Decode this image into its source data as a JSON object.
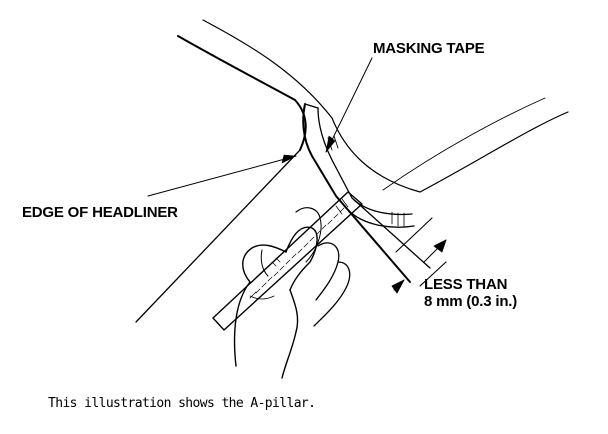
{
  "diagram": {
    "callouts": {
      "masking_tape": "MASKING TAPE",
      "edge_of_headliner": "EDGE OF HEADLINER",
      "less_than_line1": "LESS THAN",
      "less_than_line2": "8 mm (0.3 in.)"
    },
    "caption": "This illustration shows the A-pillar.",
    "colors": {
      "ink": "#000000",
      "background": "#ffffff"
    }
  }
}
